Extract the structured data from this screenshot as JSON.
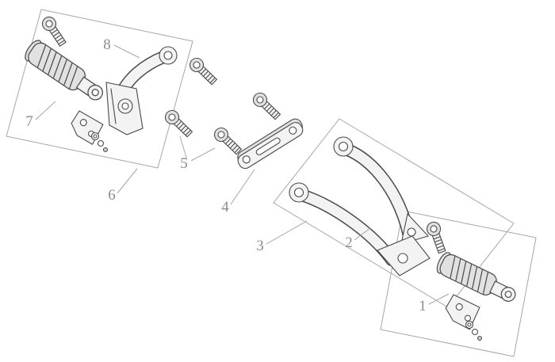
{
  "colors": {
    "background": "#ffffff",
    "line": "#4a4a4a",
    "leader": "#a6a6a6",
    "label": "#8c8c8c",
    "fill_light": "#f3f3f3",
    "fill_mid": "#e1e1e1",
    "fill_dark": "#cccccc"
  },
  "diagram": {
    "callouts": [
      {
        "num": "1"
      },
      {
        "num": "2"
      },
      {
        "num": "3"
      },
      {
        "num": "4"
      },
      {
        "num": "5"
      },
      {
        "num": "6"
      },
      {
        "num": "7"
      },
      {
        "num": "8"
      }
    ]
  }
}
